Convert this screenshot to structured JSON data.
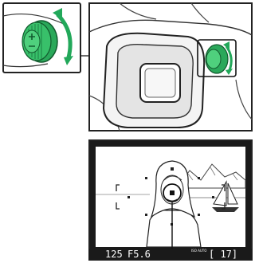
{
  "diagram": {
    "subject": "diopter adjustment control beside viewfinder eyepiece",
    "callout_panel": {
      "icon": "diopter-adjustment-dial-icon",
      "accent_color": "#2aa85a",
      "arrow_color": "#22a85a"
    },
    "camera_panel": {
      "icon": "camera-eyepiece-icon",
      "accent_color": "#2aa85a"
    },
    "viewfinder_panel": {
      "icons": [
        "focus-point-icon",
        "af-area-bracket-icon",
        "sailboat-icon",
        "person-icon"
      ],
      "display": {
        "shutter": "125",
        "aperture": "F5.6",
        "iso_label": "ISO AUTO",
        "frames": "[ 17]"
      }
    }
  }
}
